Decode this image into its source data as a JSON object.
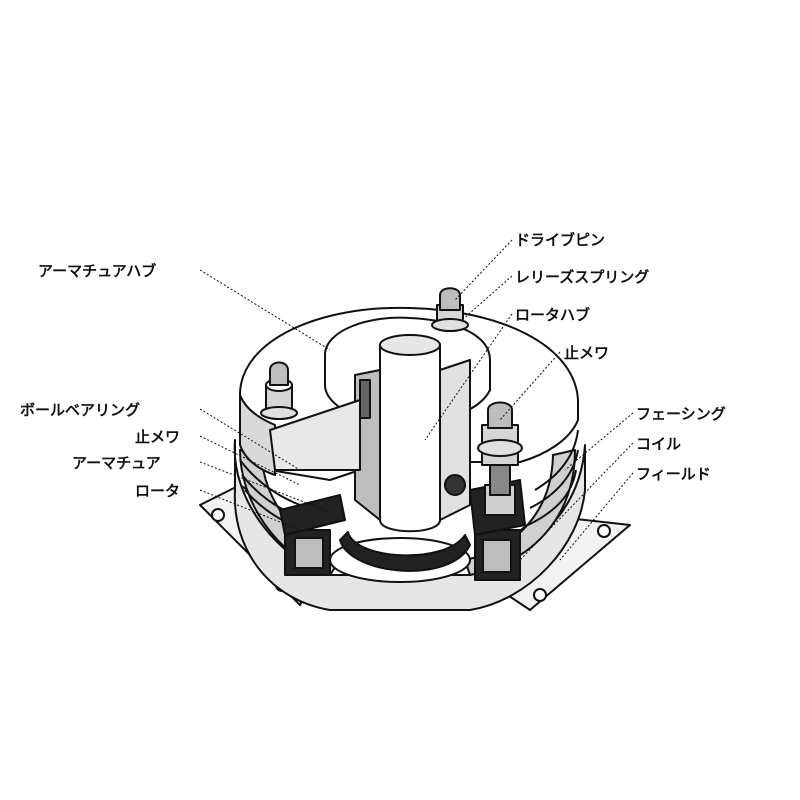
{
  "diagram": {
    "labels": {
      "drive_pin": "ドライブピン",
      "release_spring": "レリーズスプリング",
      "rotor_hub": "ロータハブ",
      "stopper_washer_right": "止メワ",
      "armature_hub": "アーマチュアハブ",
      "ball_bearing": "ボールベアリング",
      "stopper_washer_left": "止メワ",
      "armature": "アーマチュア",
      "rotor": "ロータ",
      "facing": "フェーシング",
      "coil": "コイル",
      "field": "フィールド"
    }
  }
}
